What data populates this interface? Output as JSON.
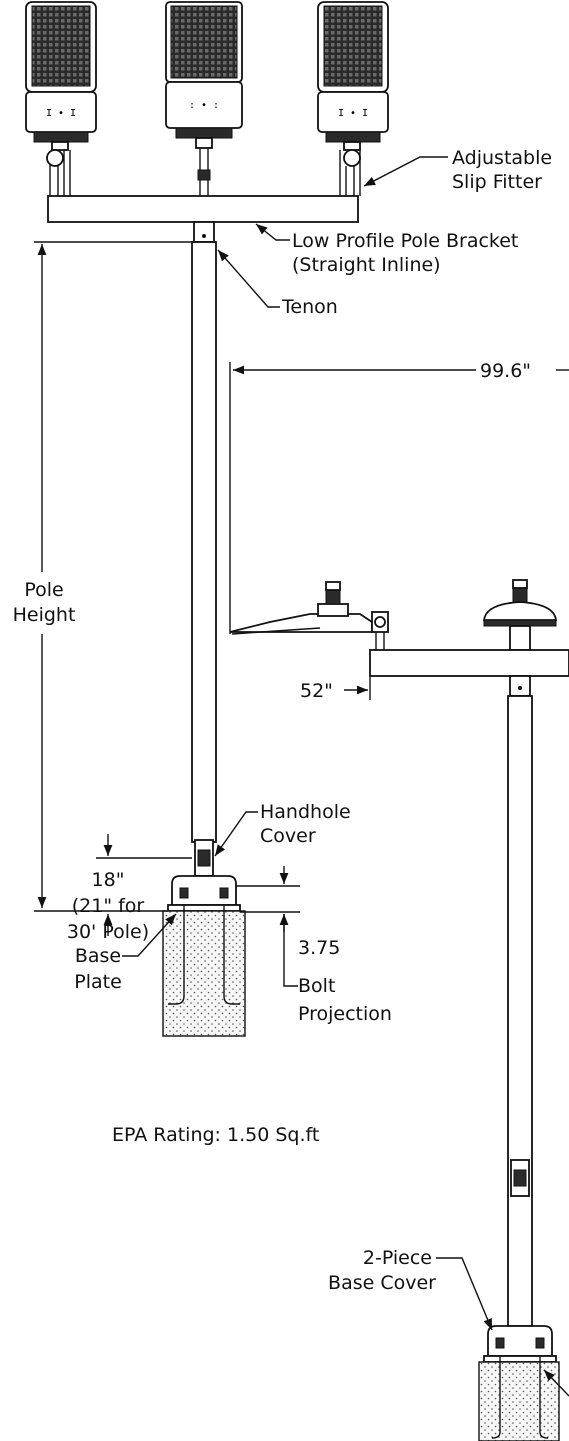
{
  "labels": {
    "adjustable": "Adjustable",
    "slip_fitter": "Slip Fitter",
    "low_profile": "Low Profile Pole Bracket",
    "straight_inline": "(Straight Inline)",
    "tenon": "Tenon",
    "arm_length": "99.6\"",
    "pole": "Pole",
    "height": "Height",
    "offset": "52\"",
    "handhole": "Handhole",
    "cover": "Cover",
    "handhole_height": "18\"",
    "handhole_note_1": "(21\" for",
    "handhole_note_2": "30' Pole)",
    "base": "Base",
    "plate": "Plate",
    "bolt_value": "3.75",
    "bolt": "Bolt",
    "projection": "Projection",
    "epa": "EPA Rating: 1.50 Sq.ft",
    "two_piece": "2-Piece",
    "base_cover": "Base Cover"
  },
  "colors": {
    "line": "#111111",
    "fixture_dark": "#2a2a2a",
    "concrete": "#f2f2f2"
  }
}
